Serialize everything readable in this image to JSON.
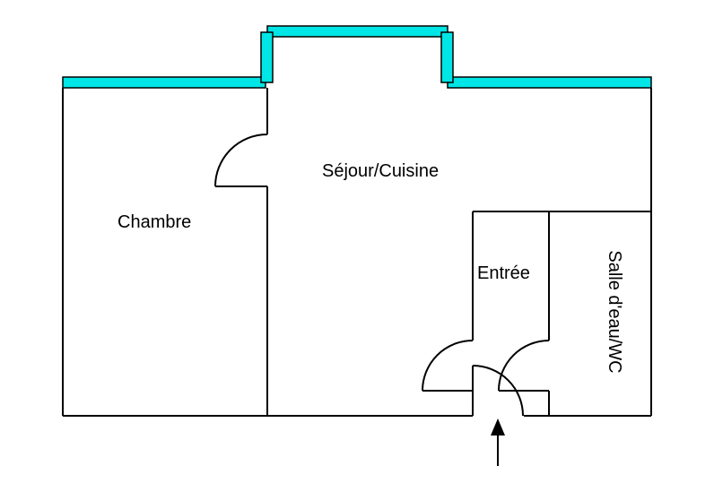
{
  "rooms": {
    "chambre": "Chambre",
    "sejour_cuisine": "Séjour/Cuisine",
    "entree": "Entrée",
    "salle_eau_wc": "Salle d'eau/WC"
  },
  "colors": {
    "walls": "#000000",
    "windows": "#00e5e5",
    "window_outline": "#000000",
    "background": "#ffffff"
  },
  "icons": {
    "entrance": "up-arrow-icon"
  }
}
